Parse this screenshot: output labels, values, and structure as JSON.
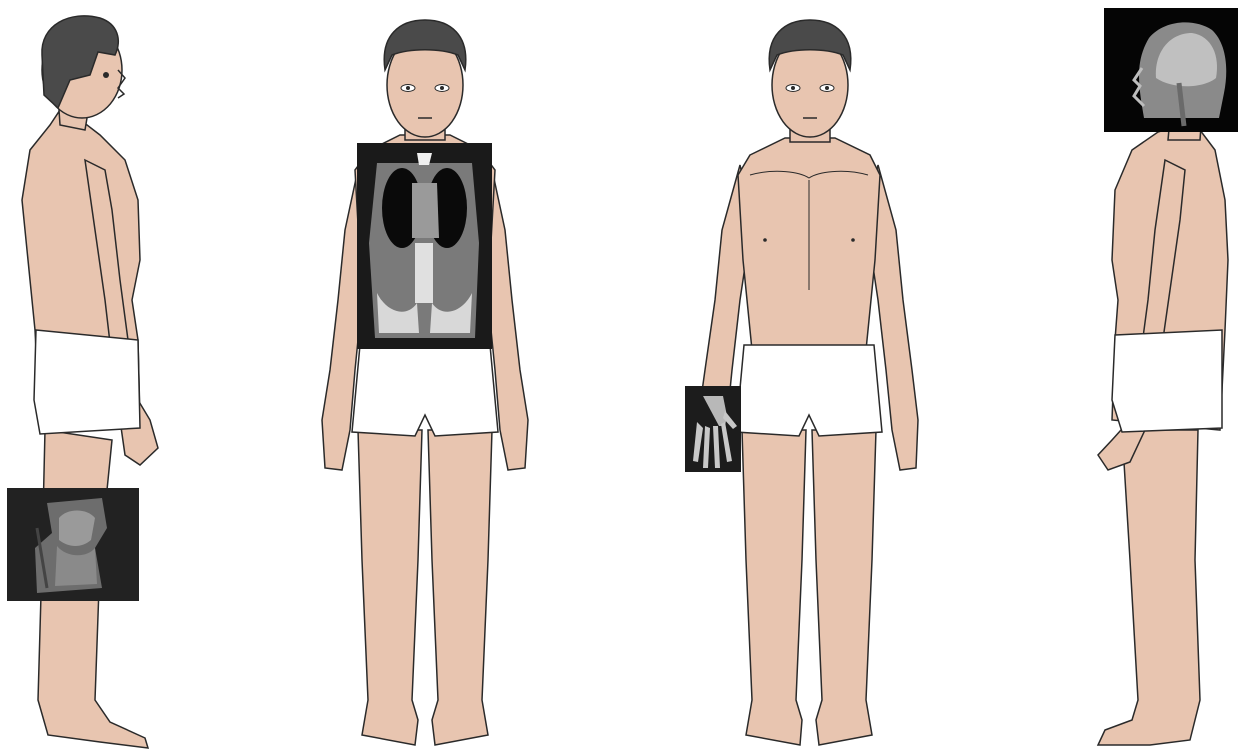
{
  "colors": {
    "skin": "#e8c5b0",
    "skin_stroke": "#2a2a2a",
    "hair": "#4a4a4a",
    "briefs": "#ffffff",
    "scan_bg": "#111111"
  },
  "figures": [
    {
      "id": "left-side-view",
      "view": "side-facing-right"
    },
    {
      "id": "front-view-torso-scan",
      "view": "front"
    },
    {
      "id": "front-view-hand-scan",
      "view": "front"
    },
    {
      "id": "right-side-view",
      "view": "side-facing-left"
    }
  ],
  "scans": [
    {
      "id": "knee",
      "modality": "MRI",
      "region": "knee"
    },
    {
      "id": "torso",
      "modality": "CT",
      "region": "chest-abdomen-pelvis"
    },
    {
      "id": "hand",
      "modality": "X-ray",
      "region": "hand"
    },
    {
      "id": "head",
      "modality": "MRI",
      "region": "head"
    }
  ]
}
